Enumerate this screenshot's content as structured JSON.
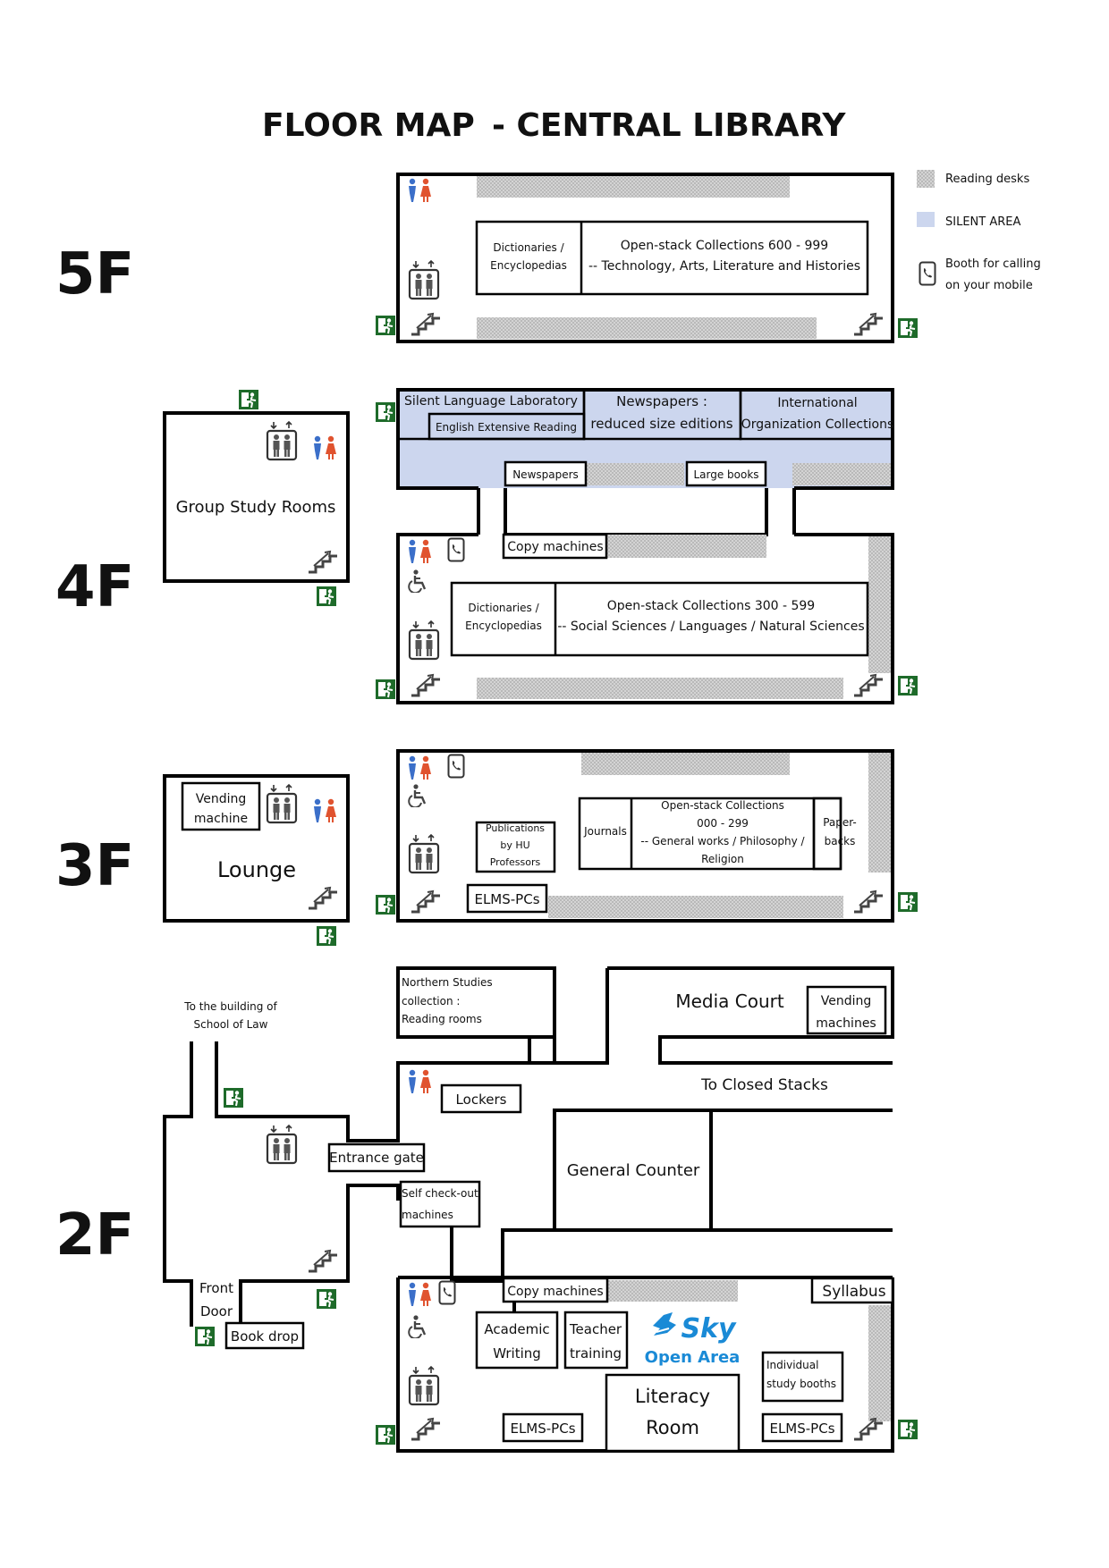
{
  "title": {
    "main": "FLOOR MAP",
    "sub": "- CENTRAL LIBRARY"
  },
  "legend": [
    {
      "icon": "reading-desk-swatch",
      "label": "Reading desks"
    },
    {
      "icon": "silent-area-swatch",
      "label": "SILENT AREA",
      "color": "#ccd6ee"
    },
    {
      "icon": "phone-booth-icon",
      "label_line1": "Booth for calling",
      "label_line2": "on your mobile"
    }
  ],
  "floors": {
    "f5": {
      "label": "5F",
      "dict_line1": "Dictionaries /",
      "dict_line2": "Encyclopedias",
      "open_line1": "Open-stack Collections 600 - 999",
      "open_line2": "-- Technology, Arts, Literature and Histories"
    },
    "f4": {
      "label": "4F",
      "group_study": "Group Study Rooms",
      "silent_lab": "Silent Language Laboratory",
      "english_reading": "English Extensive Reading",
      "newspapers_reduced_line1": "Newspapers :",
      "newspapers_reduced_line2": "reduced size editions",
      "intl_line1": "International",
      "intl_line2": "Organization Collections",
      "newspapers": "Newspapers",
      "large_books": "Large books",
      "copy_machines": "Copy machines",
      "dict_line1": "Dictionaries /",
      "dict_line2": "Encyclopedias",
      "open_line1": "Open-stack Collections 300 - 599",
      "open_line2": "-- Social Sciences / Languages / Natural Sciences"
    },
    "f3": {
      "label": "3F",
      "vending_line1": "Vending",
      "vending_line2": "machine",
      "lounge": "Lounge",
      "pub_line1": "Publications",
      "pub_line2": "by HU",
      "pub_line3": "Professors",
      "journals": "Journals",
      "open_line1": "Open-stack Collections",
      "open_line2": "000 - 299",
      "open_line3": "-- General works / Philosophy /",
      "open_line4": "Religion",
      "paper_line1": "Paper-",
      "paper_line2": "backs",
      "elms": "ELMS-PCs"
    },
    "f2": {
      "label": "2F",
      "law_line1": "To the building of",
      "law_line2": "School of Law",
      "northern_line1": "Northern Studies",
      "northern_line2": "collection :",
      "northern_line3": "Reading rooms",
      "media_court": "Media Court",
      "vending_line1": "Vending",
      "vending_line2": "machines",
      "closed_stacks": "To Closed Stacks",
      "lockers": "Lockers",
      "entrance_gate": "Entrance gate",
      "general_counter": "General Counter",
      "selfcheck_line1": "Self check-out",
      "selfcheck_line2": "machines",
      "front_door_line1": "Front",
      "front_door_line2": "Door",
      "book_drop": "Book drop",
      "copy_machines": "Copy machines",
      "syllabus": "Syllabus",
      "academic_line1": "Academic",
      "academic_line2": "Writing",
      "teacher_line1": "Teacher",
      "teacher_line2": "training",
      "sky_logo": "Sky",
      "open_area": "Open Area",
      "individual_line1": "Individual",
      "individual_line2": "study booths",
      "literacy_line1": "Literacy",
      "literacy_line2": "Room",
      "elms_left": "ELMS-PCs",
      "elms_right": "ELMS-PCs"
    }
  }
}
